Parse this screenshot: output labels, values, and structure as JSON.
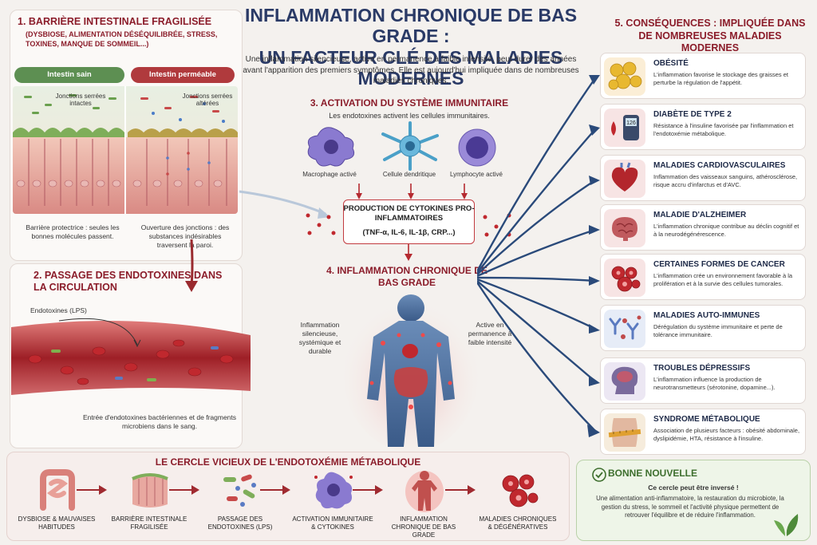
{
  "header": {
    "title_line1": "Inflammation chronique de bas grade :",
    "title_line2": "un facteur clé des maladies modernes",
    "intro": "Une inflammation silencieuse, active en permanence à faible intensité, peut durer des années avant l'apparition des premiers symptômes. Elle est aujourd'hui impliquée dans de nombreuses maladies chroniques."
  },
  "section1": {
    "title": "1. Barrière intestinale fragilisée",
    "subtitle": "(Dysbiose, alimentation déséquilibrée, stress, toxines, manque de sommeil...)",
    "healthy_label": "Intestin sain",
    "leaky_label": "Intestin perméable",
    "junction_intact": "Jonctions serrées intactes",
    "junction_altered": "Jonctions serrées altérées",
    "healthy_caption": "Barrière protectrice : seules les bonnes molécules passent.",
    "leaky_caption": "Ouverture des jonctions : des substances indésirables traversent la paroi."
  },
  "section2": {
    "title": "2. Passage des endotoxines dans la circulation",
    "endotoxin_label": "Endotoxines (LPS)",
    "caption": "Entrée d'endotoxines bactériennes et de fragments microbiens dans le sang."
  },
  "section3": {
    "title": "3. Activation du système immunitaire",
    "subtitle": "Les endotoxines activent les cellules immunitaires.",
    "cells": [
      "Macrophage activé",
      "Cellule dendritique",
      "Lymphocyte activé"
    ],
    "cytokine_title": "Production de cytokines pro-inflammatoires",
    "cytokine_list": "(TNF-α, IL-6, IL-1β, CRP...)"
  },
  "section4": {
    "title": "4. Inflammation chronique de bas grade",
    "left_text": "Inflammation silencieuse, systémique et durable",
    "right_text": "Active en permanence à faible intensité"
  },
  "section5": {
    "title": "5. Conséquences : impliquée dans de nombreuses maladies modernes",
    "items": [
      {
        "title": "Obésité",
        "desc": "L'inflammation favorise le stockage des graisses et perturbe la régulation de l'appétit.",
        "icon": "fat-cells-icon",
        "color": "#e8b830"
      },
      {
        "title": "Diabète de type 2",
        "desc": "Résistance à l'insuline favorisée par l'inflammation et l'endotoxémie métabolique.",
        "icon": "glucometer-icon",
        "color": "#c0282e",
        "glucose": "126"
      },
      {
        "title": "Maladies cardiovasculaires",
        "desc": "Inflammation des vaisseaux sanguins, athérosclérose, risque accru d'infarctus et d'AVC.",
        "icon": "heart-icon",
        "color": "#b3262c"
      },
      {
        "title": "Maladie d'Alzheimer",
        "desc": "L'inflammation chronique contribue au déclin cognitif et à la neurodégénérescence.",
        "icon": "brain-icon",
        "color": "#c05a5e"
      },
      {
        "title": "Certaines formes de cancer",
        "desc": "L'inflammation crée un environnement favorable à la prolifération et à la survie des cellules tumorales.",
        "icon": "tumor-cells-icon",
        "color": "#c0282e"
      },
      {
        "title": "Maladies auto-immunes",
        "desc": "Dérégulation du système immunitaire et perte de tolérance immunitaire.",
        "icon": "antibodies-icon",
        "color": "#5a7ac0"
      },
      {
        "title": "Troubles dépressifs",
        "desc": "L'inflammation influence la production de neurotransmetteurs (sérotonine, dopamine...).",
        "icon": "head-profile-icon",
        "color": "#7a6a9c"
      },
      {
        "title": "Syndrome métabolique",
        "desc": "Association de plusieurs facteurs : obésité abdominale, dyslipidémie, HTA, résistance à l'insuline.",
        "icon": "waist-measure-icon",
        "color": "#e0a030"
      }
    ]
  },
  "cycle": {
    "title": "Le cercle vicieux de l'endotoxémie métabolique",
    "steps": [
      {
        "label": "Dysbiose & mauvaises habitudes",
        "icon": "intestine-icon"
      },
      {
        "label": "Barrière intestinale fragilisée",
        "icon": "intestine-wall-icon"
      },
      {
        "label": "Passage des endotoxines (LPS)",
        "icon": "bacteria-icon"
      },
      {
        "label": "Activation immunitaire & cytokines",
        "icon": "immune-cell-icon"
      },
      {
        "label": "Inflammation chronique de bas grade",
        "icon": "body-icon"
      },
      {
        "label": "Maladies chroniques & dégénératives",
        "icon": "cells-icon"
      }
    ]
  },
  "good_news": {
    "title": "Bonne nouvelle",
    "subtitle": "Ce cercle peut être inversé !",
    "desc": "Une alimentation anti-inflammatoire, la restauration du microbiote, la gestion du stress, le sommeil et l'activité physique permettent de retrouver l'équilibre et de réduire l'inflammation."
  },
  "colors": {
    "accent_red": "#8b1c2a",
    "title_blue": "#2a3a66",
    "healthy_green": "#5d8f52",
    "leaky_red": "#b03a3d",
    "good_green": "#3e6f2e"
  }
}
